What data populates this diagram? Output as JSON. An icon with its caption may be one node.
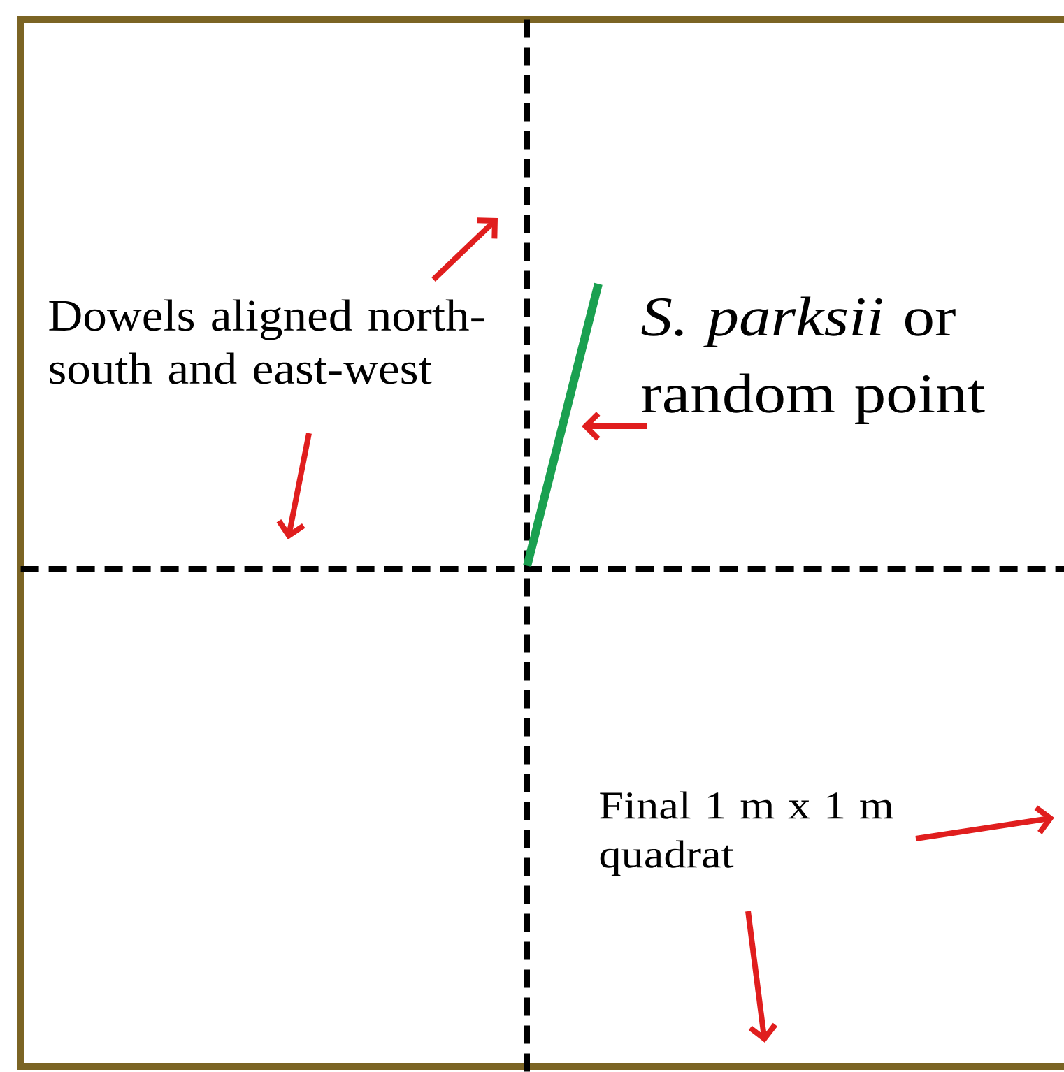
{
  "diagram": {
    "nodes": [
      {
        "text": [],
        "shape": "box"
      },
      {
        "text": [
          "Dowels aligned north-south and east-west"
        ],
        "in": 0
      },
      {
        "text": [],
        "shape": "line",
        "in": 0
      },
      {
        "text": [],
        "shape": "line",
        "in": 0
      },
      {
        "text": [
          "*S. parksii* or random point"
        ],
        "in": 0
      },
      {
        "text": [],
        "shape": "line",
        "in": 0
      },
      {
        "text": [
          "Final 1 m x 1 m quadrat"
        ],
        "in": 0
      }
    ],
    "edges": [
      {
        "from": 1,
        "to": 2,
        "arrow": "to"
      },
      {
        "from": 1,
        "to": 3,
        "arrow": "to"
      },
      {
        "from": 4,
        "to": 5,
        "arrow": "to"
      },
      {
        "from": 6,
        "to": 0,
        "arrow": "to"
      },
      {
        "from": 6,
        "to": 0,
        "arrow": "to"
      }
    ]
  }
}
